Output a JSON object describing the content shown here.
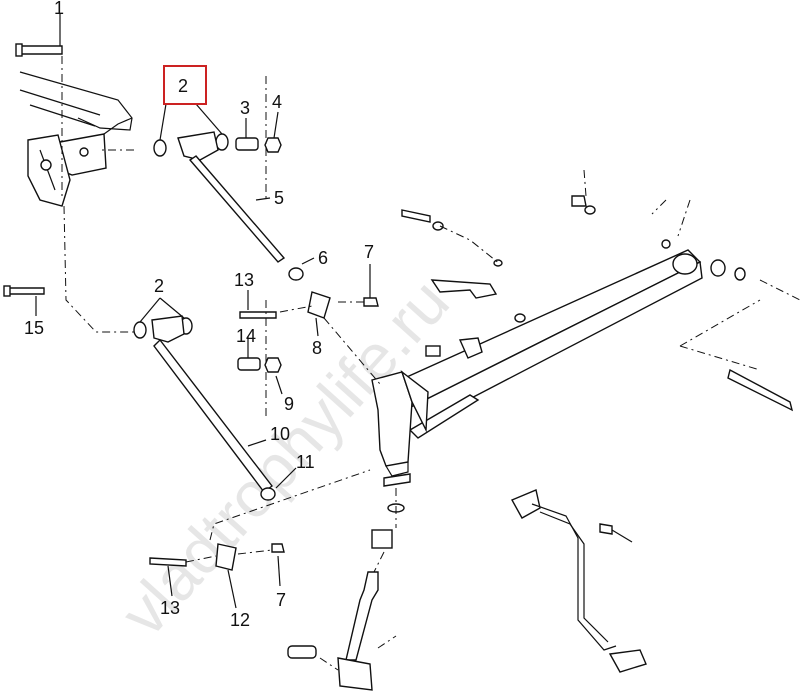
{
  "callouts": [
    "1",
    "2",
    "3",
    "4",
    "5",
    "6",
    "7",
    "8",
    "13",
    "14",
    "15",
    "2",
    "9",
    "10",
    "11",
    "13",
    "12",
    "7"
  ],
  "highlight_color": "#cc2222",
  "watermark": "vladtrophylife.ru"
}
